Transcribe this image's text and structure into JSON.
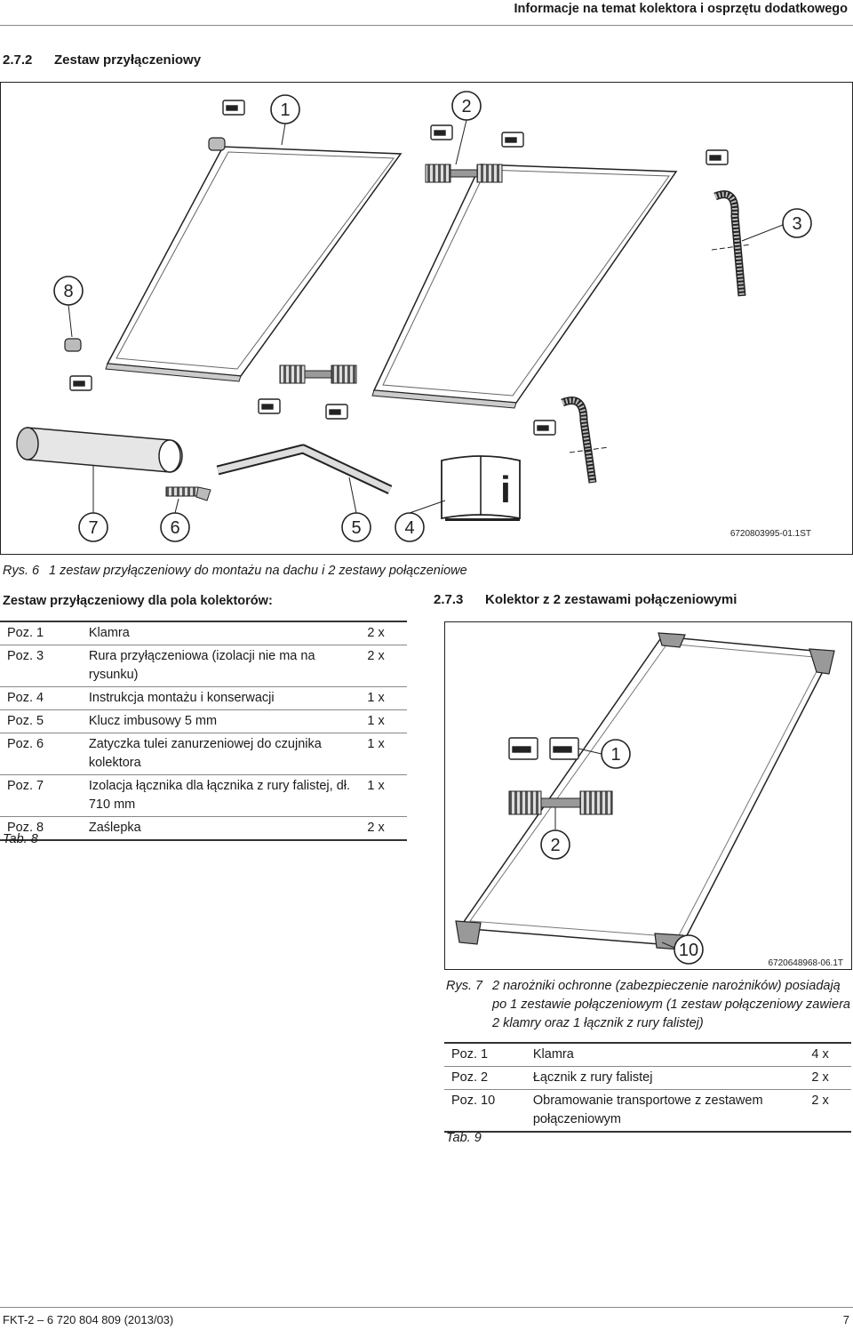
{
  "header": {
    "title": "Informacje na temat kolektora i osprzętu dodatkowego"
  },
  "section_272": {
    "number": "2.7.2",
    "title": "Zestaw przyłączeniowy"
  },
  "figure6": {
    "callouts": [
      "1",
      "2",
      "3",
      "8",
      "7",
      "6",
      "5",
      "4"
    ],
    "manual_icon": "i",
    "code": "6720803995-01.1ST",
    "caption_label": "Rys. 6",
    "caption_text": "1 zestaw przyłączeniowy do montażu na dachu i 2 zestawy połączeniowe"
  },
  "subheading_left": "Zestaw przyłączeniowy dla pola kolektorów:",
  "table8": {
    "rows": [
      {
        "pos": "Poz. 1",
        "desc": "Klamra",
        "qty": "2 x"
      },
      {
        "pos": "Poz. 3",
        "desc": "Rura przyłączeniowa (izolacji nie ma na rysunku)",
        "qty": "2 x"
      },
      {
        "pos": "Poz. 4",
        "desc": "Instrukcja montażu i konserwacji",
        "qty": "1 x"
      },
      {
        "pos": "Poz. 5",
        "desc": "Klucz imbusowy 5 mm",
        "qty": "1 x"
      },
      {
        "pos": "Poz. 6",
        "desc": "Zatyczka tulei zanurzeniowej do czujnika kolektora",
        "qty": "1 x"
      },
      {
        "pos": "Poz. 7",
        "desc": "Izolacja łącznika dla łącznika z rury falistej, dł. 710 mm",
        "qty": "1 x"
      },
      {
        "pos": "Poz. 8",
        "desc": "Zaślepka",
        "qty": "2 x"
      }
    ],
    "label": "Tab. 8"
  },
  "section_273": {
    "number": "2.7.3",
    "title": "Kolektor z 2 zestawami połączeniowymi"
  },
  "figure7": {
    "callouts": [
      "1",
      "2",
      "10"
    ],
    "code": "6720648968-06.1T",
    "caption_label": "Rys. 7",
    "caption_text": "2 narożniki ochronne (zabezpieczenie narożników) posiadają po 1 zestawie połączeniowym (1 zestaw połączeniowy zawiera 2 klamry oraz 1 łącznik z rury falistej)"
  },
  "table9": {
    "rows": [
      {
        "pos": "Poz. 1",
        "desc": "Klamra",
        "qty": "4 x"
      },
      {
        "pos": "Poz. 2",
        "desc": "Łącznik z rury falistej",
        "qty": "2 x"
      },
      {
        "pos": "Poz. 10",
        "desc": "Obramowanie transportowe z zestawem połączeniowym",
        "qty": "2 x"
      }
    ],
    "label": "Tab. 9"
  },
  "footer": {
    "doc": "FKT-2 – 6 720 804 809 (2013/03)",
    "page": "7"
  }
}
